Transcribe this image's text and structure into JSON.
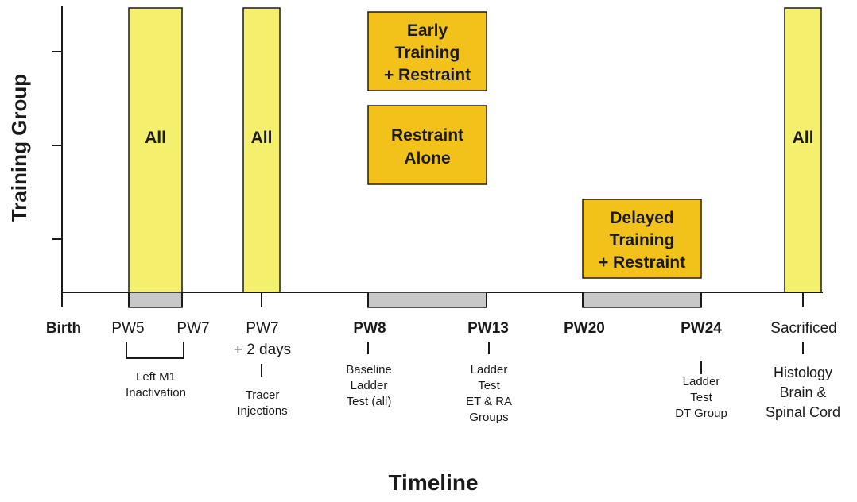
{
  "axis": {
    "ylabel": "Training Group",
    "xlabel": "Timeline"
  },
  "colors": {
    "all_bar_fill": "#f5ef6e",
    "group_box_fill": "#f2c21b",
    "interval_fill": "#c8c8c8",
    "line": "#1a1a1a"
  },
  "bars": [
    {
      "label": "All"
    },
    {
      "label": "All"
    },
    {
      "label": "All"
    }
  ],
  "groups": {
    "early_training": [
      "Early",
      "Training",
      "+ Restraint"
    ],
    "restraint_alone": [
      "Restraint",
      "Alone"
    ],
    "delayed_training": [
      "Delayed",
      "Training",
      "+ Restraint"
    ]
  },
  "timeline_labels": {
    "birth": "Birth",
    "pw5": "PW5",
    "pw7": "PW7",
    "pw7_2days": [
      "PW7",
      "+ 2 days"
    ],
    "pw8": "PW8",
    "pw13": "PW13",
    "pw20": "PW20",
    "pw24": "PW24",
    "sacrificed": "Sacrificed"
  },
  "events": {
    "left_m1": [
      "Left M1",
      "Inactivation"
    ],
    "tracer": [
      "Tracer",
      "Injections"
    ],
    "baseline": [
      "Baseline",
      "Ladder",
      "Test (all)"
    ],
    "ladder_et_ra": [
      "Ladder",
      "Test",
      "ET & RA",
      "Groups"
    ],
    "ladder_dt": [
      "Ladder",
      "Test",
      "DT Group"
    ],
    "histology": [
      "Histology",
      "Brain &",
      "Spinal Cord"
    ]
  }
}
